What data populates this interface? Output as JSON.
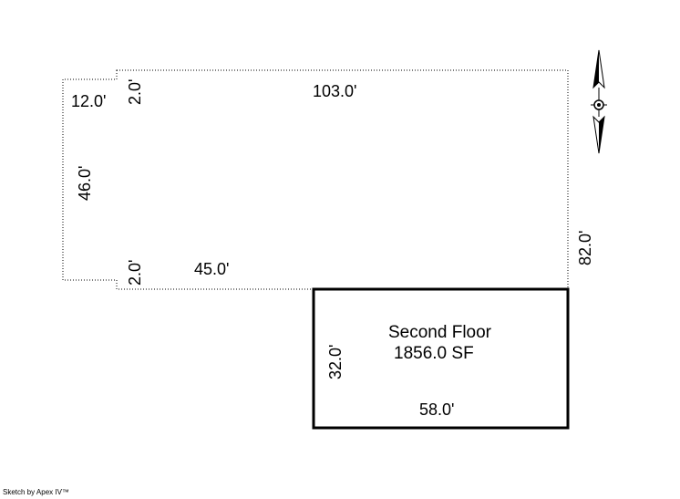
{
  "sketch": {
    "dimensions": {
      "top_width": "103.0'",
      "left_top": "12.0'",
      "notch_top": "2.0'",
      "left_side": "46.0'",
      "notch_bottom": "2.0'",
      "bottom_left": "45.0'",
      "right_side": "82.0'",
      "floor_height": "32.0'",
      "floor_width": "58.0'"
    },
    "area": {
      "name": "Second Floor",
      "size": "1856.0 SF"
    },
    "compass": {
      "icon": "north-arrow-icon"
    },
    "credit": "Sketch by Apex IV™"
  }
}
